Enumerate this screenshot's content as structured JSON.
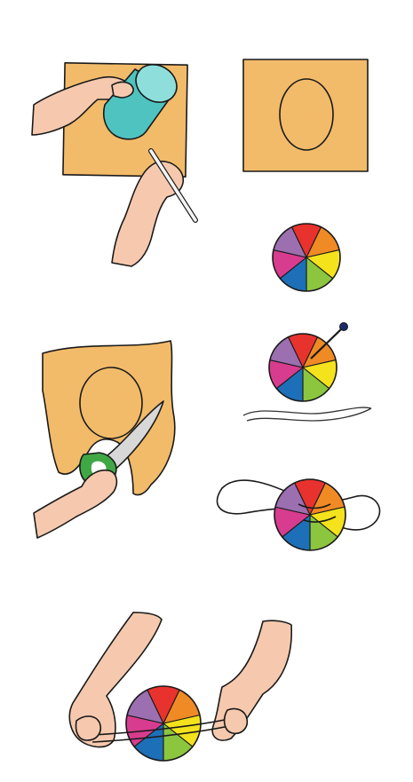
{
  "title": "",
  "palette": {
    "card": "#F2BB6A",
    "skin": "#F6C9AE",
    "cup": "#4FC3BF",
    "cup_rim": "#8EDFDC",
    "scissors_handle": "#3FA845",
    "scissors_blade": "#D8D8D8",
    "pin_head": "#1B2A6B",
    "outline": "#1A1A1A"
  },
  "wheel_colors": [
    "#E8322E",
    "#F08A24",
    "#F4E21C",
    "#8CC63F",
    "#1D6FB8",
    "#D73C8E",
    "#9B6FB0"
  ],
  "steps": [
    {
      "id": 1,
      "name": "trace-circle-around-cup",
      "icons": [
        "hand-icon",
        "cup-icon",
        "pencil-icon",
        "card-icon"
      ]
    },
    {
      "id": 2,
      "name": "traced-circle-on-card",
      "icons": [
        "card-icon"
      ]
    },
    {
      "id": 3,
      "name": "colored-wheel",
      "icons": [
        "color-wheel-icon"
      ]
    },
    {
      "id": 4,
      "name": "cut-out-circle",
      "icons": [
        "scissors-icon",
        "hand-icon",
        "card-icon"
      ]
    },
    {
      "id": 5,
      "name": "pierce-holes-and-string",
      "icons": [
        "color-wheel-icon",
        "pin-icon",
        "string-icon"
      ]
    },
    {
      "id": 6,
      "name": "thread-string-through-wheel",
      "icons": [
        "color-wheel-icon",
        "string-loop-icon"
      ]
    },
    {
      "id": 7,
      "name": "spin-wheel-with-hands",
      "icons": [
        "hands-icon",
        "color-wheel-icon",
        "string-icon"
      ]
    }
  ]
}
